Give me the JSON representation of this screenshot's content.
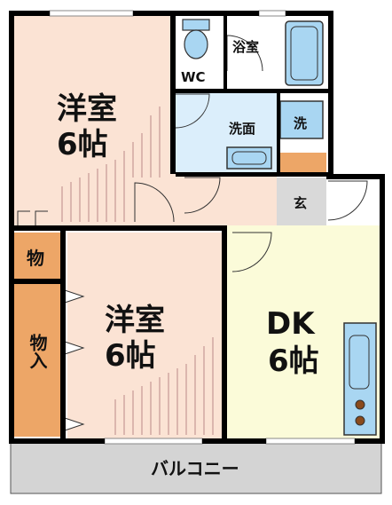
{
  "floor_plan": {
    "rooms": {
      "western_room_top": {
        "name": "洋室",
        "size": "6帖",
        "color": "#fbe3d4"
      },
      "western_room_bottom": {
        "name": "洋室",
        "size": "6帖",
        "color": "#fbe3d4"
      },
      "dk": {
        "name": "DK",
        "size": "6帖",
        "color": "#fbfbd9"
      },
      "toilet": {
        "name": "WC",
        "color": "#ffffff"
      },
      "bathroom": {
        "name": "浴室",
        "color": "#ffffff"
      },
      "washroom": {
        "name": "洗面",
        "color": "#dbeefb"
      },
      "washer": {
        "name": "洗",
        "color": "#a9d6f2"
      },
      "entrance": {
        "name": "玄",
        "color": "#d9d9d9"
      },
      "storage_small": {
        "name": "物",
        "color": "#eda667"
      },
      "storage_closet": {
        "name": "物入",
        "color": "#eda667"
      },
      "balcony": {
        "name": "バルコニー",
        "color": "#d4d4d4"
      }
    },
    "wall_color": "#000000",
    "fixture_color": "#a9d6f2"
  }
}
